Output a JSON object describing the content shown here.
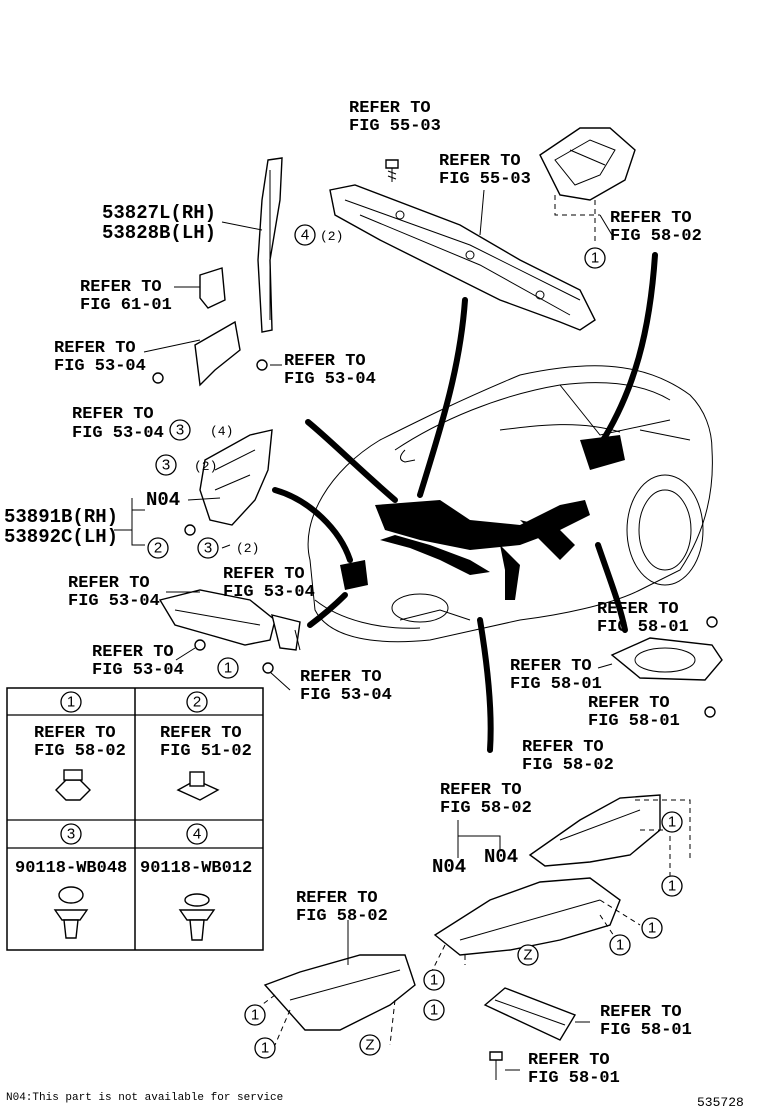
{
  "refs": {
    "r55_03_top": [
      "REFER TO",
      "FIG 55-03"
    ],
    "r55_03_mid": [
      "REFER TO",
      "FIG 55-03"
    ],
    "r58_02_top": [
      "REFER TO",
      "FIG 58-02"
    ],
    "r61_01": [
      "REFER TO",
      "FIG 61-01"
    ],
    "r53_04_a": [
      "REFER TO",
      "FIG 53-04"
    ],
    "r53_04_b": [
      "REFER TO",
      "FIG 53-04"
    ],
    "r53_04_c": [
      "REFER TO",
      "FIG 53-04"
    ],
    "r53_04_d": [
      "REFER TO",
      "FIG 53-04"
    ],
    "r53_04_e": [
      "REFER TO",
      "FIG 53-04"
    ],
    "r53_04_f": [
      "REFER TO",
      "FIG 53-04"
    ],
    "r53_04_g": [
      "REFER TO",
      "FIG 53-04"
    ],
    "r58_01_a": [
      "REFER TO",
      "FIG 58-01"
    ],
    "r58_01_b": [
      "REFER TO",
      "FIG 58-01"
    ],
    "r58_01_c": [
      "REFER TO",
      "FIG 58-01"
    ],
    "r58_02_b": [
      "REFER TO",
      "FIG 58-02"
    ],
    "r58_02_c": [
      "REFER TO",
      "FIG 58-02"
    ],
    "r58_02_d": [
      "REFER TO",
      "FIG 58-02"
    ],
    "r58_01_d": [
      "REFER TO",
      "FIG 58-01"
    ],
    "r58_01_e": [
      "REFER TO",
      "FIG 58-01"
    ]
  },
  "parts": {
    "p538271": "53827L(RH)",
    "p538288": "53828B(LH)",
    "p538918": "53891B(RH)",
    "p538920": "53892C(LH)",
    "n04_a": "N04",
    "n04_b": "N04",
    "n04_c": "N04"
  },
  "callouts": {
    "c1": "1",
    "c2": "2",
    "c3": "3",
    "c4": "4",
    "cz": "Z",
    "q2": "(2)",
    "q4": "(4)"
  },
  "legend": {
    "cells": [
      {
        "num": "1",
        "line1": "REFER TO",
        "line2": "FIG 58-02"
      },
      {
        "num": "2",
        "line1": "REFER TO",
        "line2": "FIG 51-02"
      },
      {
        "num": "3",
        "line1": "90118-WB048",
        "line2": ""
      },
      {
        "num": "4",
        "line1": "90118-WB012",
        "line2": ""
      }
    ]
  },
  "footnote": "N04:This part is not available for service",
  "figure_id": "535728"
}
